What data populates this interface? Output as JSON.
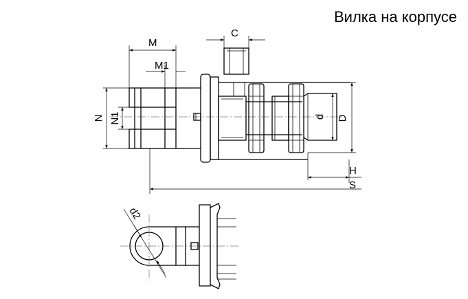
{
  "title": "Вилка на корпусе",
  "dimensions": {
    "M": "M",
    "M1": "M1",
    "C": "C",
    "N": "N",
    "N1": "N1",
    "d": "d",
    "D": "D",
    "H": "H",
    "S": "S",
    "d2": "d2"
  }
}
